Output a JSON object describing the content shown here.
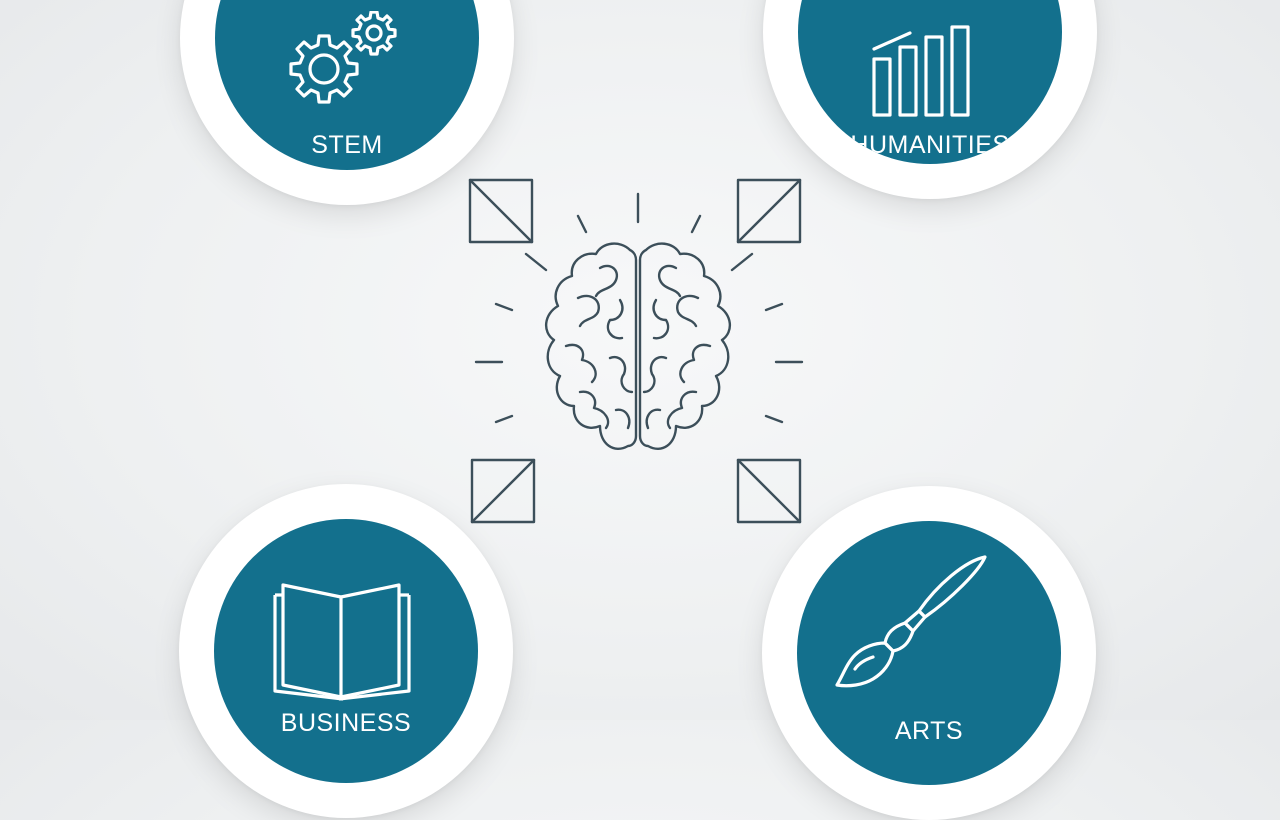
{
  "colors": {
    "accent": "#13708d",
    "line": "#3c4f5a",
    "disc": "#ffffff",
    "background": "#eef0f1"
  },
  "cards": {
    "stem": {
      "label": "STEM",
      "icon": "gears-icon"
    },
    "humanities": {
      "label": "HUMANITIES",
      "icon": "bar-chart-icon"
    },
    "business": {
      "label": "BUSINESS",
      "icon": "open-book-icon"
    },
    "arts": {
      "label": "ARTS",
      "icon": "paintbrush-icon"
    }
  },
  "center": {
    "icon": "brain-icon",
    "corner_icons": [
      "corner-box-icon",
      "corner-box-icon",
      "corner-box-icon",
      "corner-box-icon"
    ]
  }
}
